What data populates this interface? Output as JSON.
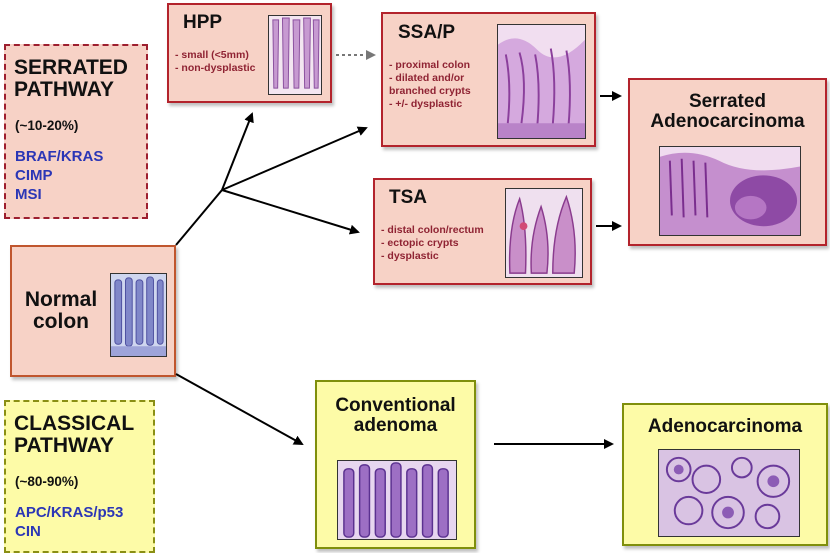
{
  "serrated_pathway": {
    "title_line1": "SERRATED",
    "title_line2": "PATHWAY",
    "percent": "(~10-20%)",
    "markers": [
      "BRAF/KRAS",
      "CIMP",
      "MSI"
    ]
  },
  "classical_pathway": {
    "title_line1": "CLASSICAL",
    "title_line2": "PATHWAY",
    "percent": "(~80-90%)",
    "markers": [
      "APC/KRAS/p53",
      "CIN"
    ]
  },
  "normal_colon": {
    "title_line1": "Normal",
    "title_line2": "colon"
  },
  "hpp": {
    "title": "HPP",
    "bullets": [
      "- small (<5mm)",
      "- non-dysplastic"
    ]
  },
  "ssap": {
    "title": "SSA/P",
    "bullets": [
      "- proximal colon",
      "- dilated and/or",
      "branched crypts",
      "- +/- dysplastic"
    ]
  },
  "tsa": {
    "title": "TSA",
    "bullets": [
      "- distal colon/rectum",
      "- ectopic crypts",
      "- dysplastic"
    ]
  },
  "serrated_adenocarcinoma": {
    "title_line1": "Serrated",
    "title_line2": "Adenocarcinoma"
  },
  "conventional_adenoma": {
    "title_line1": "Conventional",
    "title_line2": "adenoma"
  },
  "adenocarcinoma": {
    "title": "Adenocarcinoma"
  },
  "colors": {
    "serrated_fill": "#f7d2c6",
    "serrated_border": "#b3232c",
    "classical_fill": "#fdfba7",
    "classical_border": "#7f8f0c",
    "marker_text": "#2b36b6",
    "bullet_text": "#8f2333"
  }
}
